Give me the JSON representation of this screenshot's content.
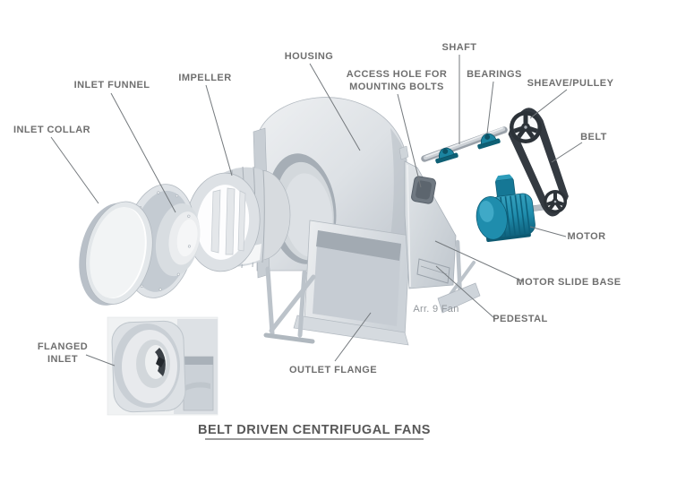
{
  "diagram": {
    "title": "BELT DRIVEN CENTRIFUGAL FANS",
    "caption": "Arr. 9 Fan",
    "labels": {
      "inlet_collar": "INLET COLLAR",
      "inlet_funnel": "INLET FUNNEL",
      "impeller": "IMPELLER",
      "housing": "HOUSING",
      "access_hole_1": "ACCESS HOLE FOR",
      "access_hole_2": "MOUNTING BOLTS",
      "shaft": "SHAFT",
      "bearings": "BEARINGS",
      "sheave_pulley": "SHEAVE/PULLEY",
      "belt": "BELT",
      "motor": "MOTOR",
      "motor_slide_base": "MOTOR SLIDE BASE",
      "pedestal": "PEDESTAL",
      "outlet_flange": "OUTLET FLANGE",
      "flanged_inlet_1": "FLANGED",
      "flanged_inlet_2": "INLET"
    },
    "colors": {
      "background": "#ffffff",
      "label_text": "#6f6f6f",
      "title_text": "#585858",
      "caption_text": "#92979c",
      "leader_line": "#74797d",
      "metal_light": "#e6e9ec",
      "metal_mid": "#d4d9de",
      "metal_shadow": "#aab2ba",
      "teal_main": "#1f8dad",
      "teal_dark": "#0d5b74",
      "teal_light": "#45aecb",
      "belt_dark": "#343a41",
      "access_hole": "#6e767e"
    }
  }
}
